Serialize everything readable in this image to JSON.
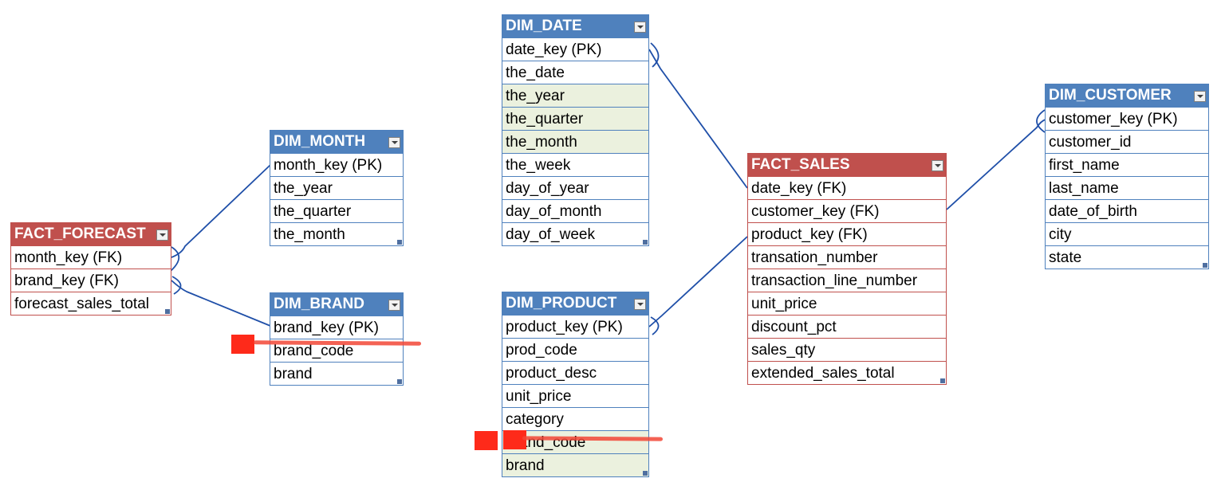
{
  "tables": {
    "fact_forecast": {
      "title": "FACT_FORECAST",
      "rows": [
        "month_key (FK)",
        "brand_key (FK)",
        "forecast_sales_total"
      ]
    },
    "dim_month": {
      "title": "DIM_MONTH",
      "rows": [
        "month_key (PK)",
        "the_year",
        "the_quarter",
        "the_month"
      ]
    },
    "dim_brand": {
      "title": "DIM_BRAND",
      "rows": [
        "brand_key (PK)",
        "brand_code",
        "brand"
      ]
    },
    "dim_date": {
      "title": "DIM_DATE",
      "rows": [
        "date_key (PK)",
        "the_date",
        "the_year",
        "the_quarter",
        "the_month",
        "the_week",
        "day_of_year",
        "day_of_month",
        "day_of_week"
      ]
    },
    "dim_product": {
      "title": "DIM_PRODUCT",
      "rows": [
        "product_key (PK)",
        "prod_code",
        "product_desc",
        "unit_price",
        "category",
        "brand_code",
        "brand"
      ]
    },
    "fact_sales": {
      "title": "FACT_SALES",
      "rows": [
        "date_key (FK)",
        "customer_key (FK)",
        "product_key (FK)",
        "transation_number",
        "transaction_line_number",
        "unit_price",
        "discount_pct",
        "sales_qty",
        "extended_sales_total"
      ]
    },
    "dim_customer": {
      "title": "DIM_CUSTOMER",
      "rows": [
        "customer_key (PK)",
        "customer_id",
        "first_name",
        "last_name",
        "date_of_birth",
        "city",
        "state"
      ]
    }
  },
  "colors": {
    "dimension_header": "#4f81bd",
    "fact_header": "#c0504d",
    "shaded_row": "#ebf1de",
    "connector": "#1f4fa8",
    "redaction": "#fe2a1a"
  },
  "icons": {
    "dropdown": "dropdown-arrow-icon",
    "resize": "resize-grip-icon"
  }
}
